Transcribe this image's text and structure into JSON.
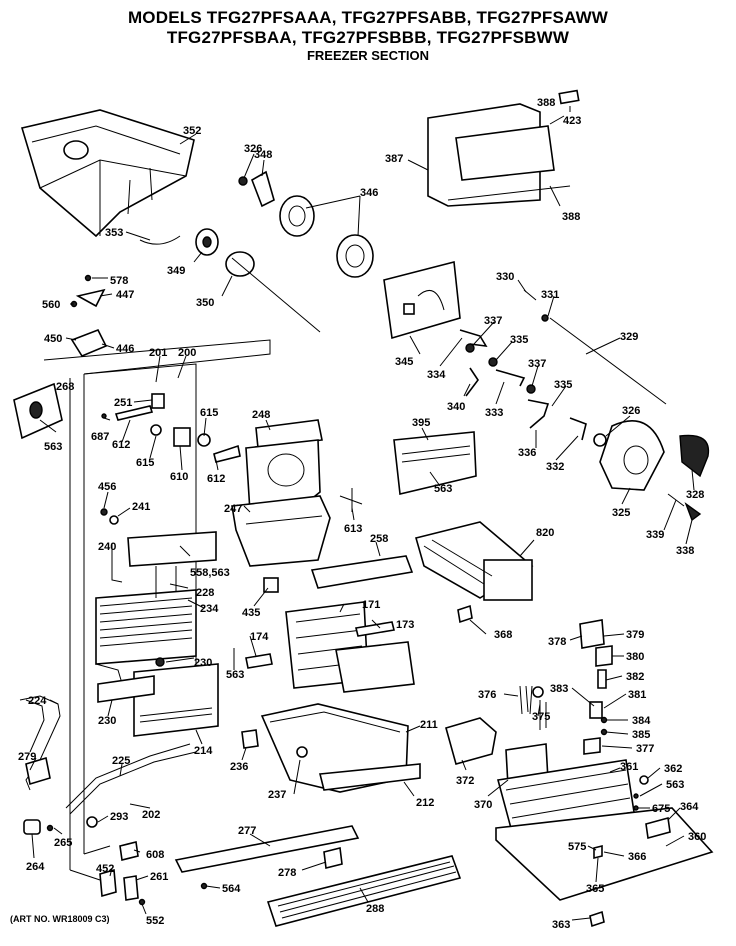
{
  "header": {
    "line1": "MODELS TFG27PFSAAA, TFG27PFSABB, TFG27PFSAWW",
    "line2": "TFG27PFSBAA, TFG27PFSBBB, TFG27PFSBWW",
    "line3": "FREEZER SECTION"
  },
  "footer": {
    "art_no": "(ART NO. WR18009 C3)"
  },
  "callouts": [
    "352",
    "326",
    "348",
    "346",
    "387",
    "388",
    "423",
    "388",
    "353",
    "349",
    "350",
    "578",
    "447",
    "560",
    "450",
    "446",
    "330",
    "331",
    "337",
    "335",
    "329",
    "345",
    "334",
    "340",
    "333",
    "337",
    "335",
    "201",
    "200",
    "268",
    "251",
    "615",
    "248",
    "395",
    "326",
    "563",
    "687",
    "612",
    "615",
    "610",
    "612",
    "336",
    "332",
    "325",
    "328",
    "456",
    "241",
    "247",
    "613",
    "563",
    "339",
    "338",
    "240",
    "258",
    "820",
    "558,563",
    "228",
    "234",
    "435",
    "171",
    "173",
    "368",
    "378",
    "379",
    "380",
    "382",
    "376",
    "383",
    "381",
    "375",
    "174",
    "230",
    "563",
    "224",
    "230",
    "214",
    "211",
    "384",
    "385",
    "377",
    "372",
    "279",
    "225",
    "236",
    "237",
    "212",
    "370",
    "361",
    "362",
    "563",
    "675",
    "364",
    "202",
    "293",
    "265",
    "264",
    "608",
    "277",
    "360",
    "575",
    "366",
    "452",
    "261",
    "278",
    "564",
    "365",
    "552",
    "288",
    "363"
  ]
}
